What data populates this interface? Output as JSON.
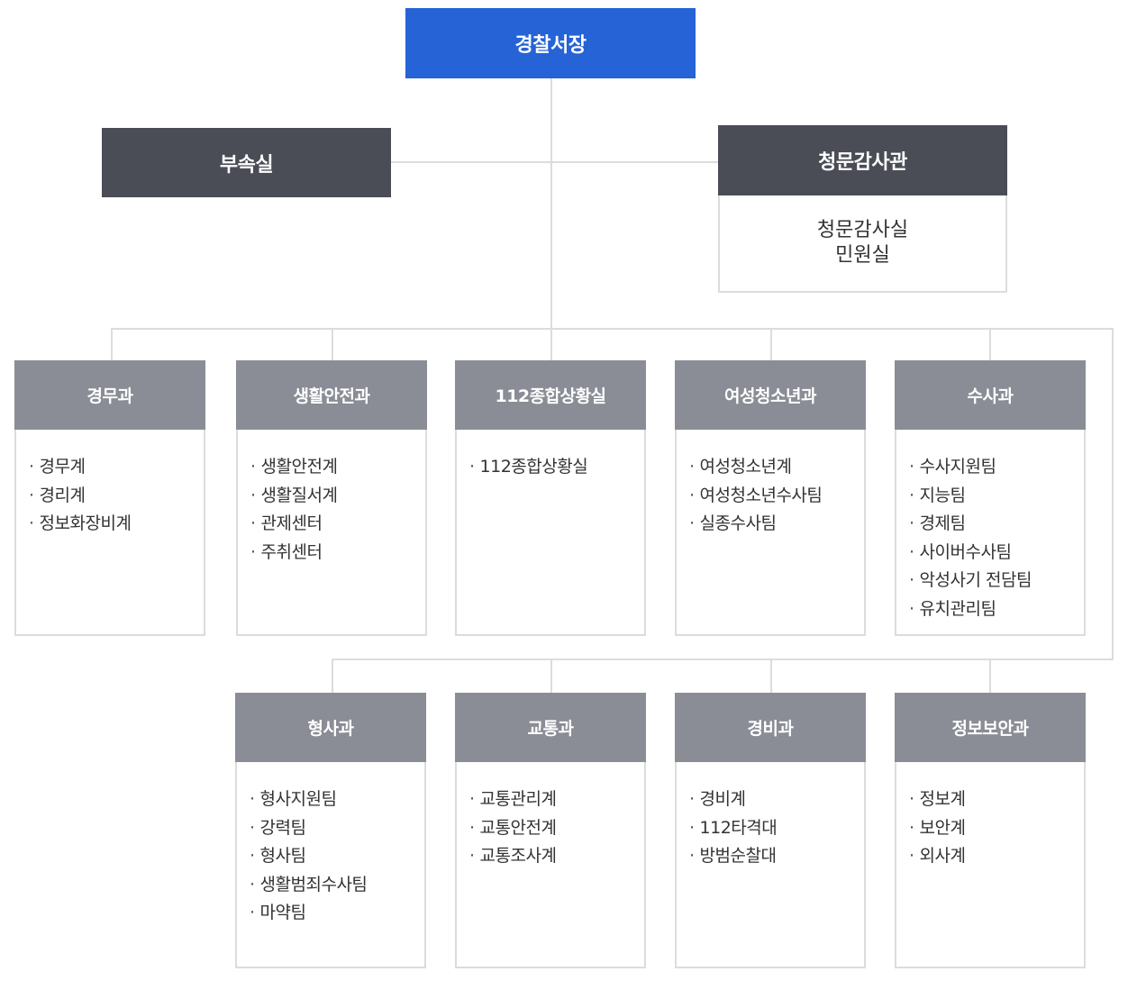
{
  "chief": "경찰서장",
  "side_left": {
    "title": "부속실"
  },
  "side_right": {
    "title": "청문감사관",
    "items": [
      "청문감사실",
      "민원실"
    ]
  },
  "departments_row1": [
    {
      "name": "경무과",
      "items": [
        "경무계",
        "경리계",
        "정보화장비계"
      ]
    },
    {
      "name": "생활안전과",
      "items": [
        "생활안전계",
        "생활질서계",
        "관제센터",
        "주취센터"
      ]
    },
    {
      "name": "112종합상황실",
      "items": [
        "112종합상황실"
      ]
    },
    {
      "name": "여성청소년과",
      "items": [
        "여성청소년계",
        "여성청소년수사팀",
        "실종수사팀"
      ]
    },
    {
      "name": "수사과",
      "items": [
        "수사지원팀",
        "지능팀",
        "경제팀",
        "사이버수사팀",
        "악성사기 전담팀",
        "유치관리팀"
      ]
    }
  ],
  "departments_row2": [
    {
      "name": "형사과",
      "items": [
        "형사지원팀",
        "강력팀",
        "형사팀",
        "생활범죄수사팀",
        "마약팀"
      ]
    },
    {
      "name": "교통과",
      "items": [
        "교통관리계",
        "교통안전계",
        "교통조사계"
      ]
    },
    {
      "name": "경비과",
      "items": [
        "경비계",
        "112타격대",
        "방범순찰대"
      ]
    },
    {
      "name": "정보보안과",
      "items": [
        "정보계",
        "보안계",
        "외사계"
      ]
    }
  ],
  "colors": {
    "chief": "#2563d6",
    "dark_header": "#4a4c56",
    "dept_header": "#8a8d96",
    "connector": "#dcdcdc"
  }
}
